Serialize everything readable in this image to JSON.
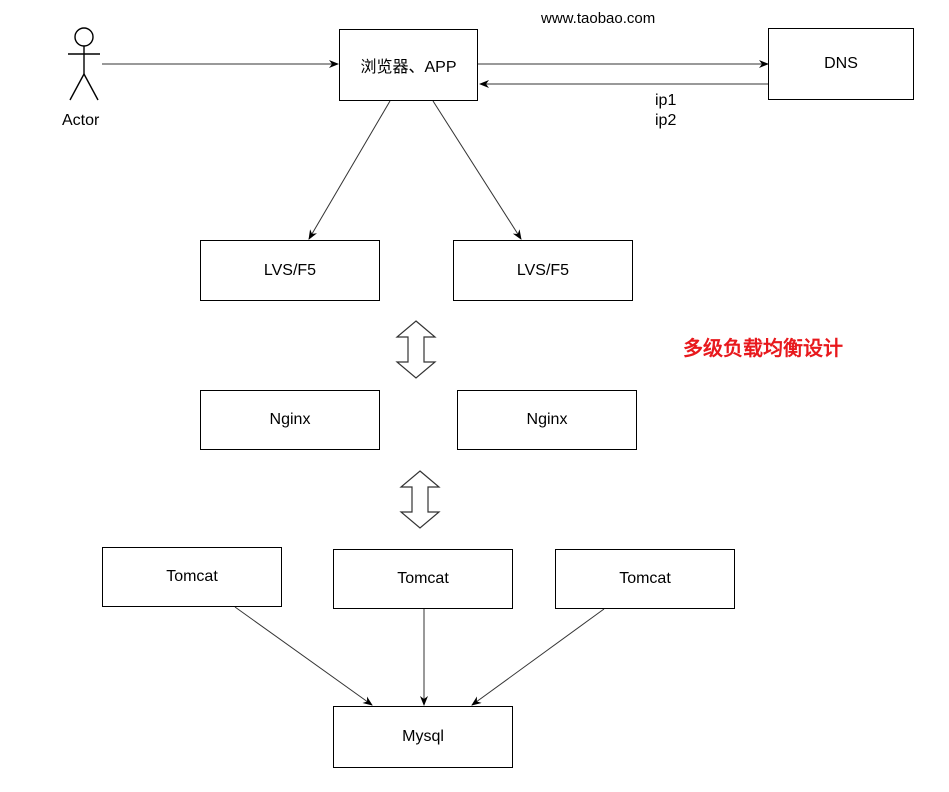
{
  "actor": {
    "label": "Actor"
  },
  "domain_label": "www.taobao.com",
  "dns_reply": [
    "ip1",
    "ip2"
  ],
  "title": {
    "text": "多级负载均衡设计",
    "color": "#e8191d"
  },
  "nodes": {
    "browser": "浏览器、APP",
    "dns": "DNS",
    "lvs_1": "LVS/F5",
    "lvs_2": "LVS/F5",
    "nginx_1": "Nginx",
    "nginx_2": "Nginx",
    "tomcat_1": "Tomcat",
    "tomcat_2": "Tomcat",
    "tomcat_3": "Tomcat",
    "mysql": "Mysql"
  }
}
